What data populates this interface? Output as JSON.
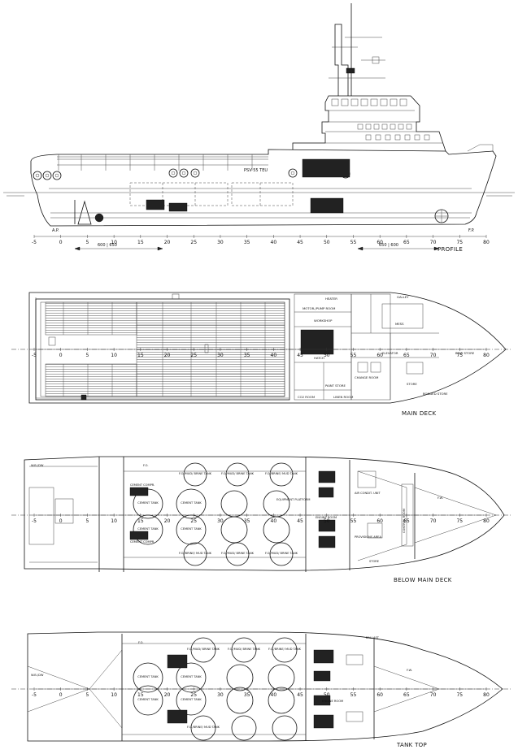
{
  "views": {
    "profile": {
      "title": "PROFILE",
      "dims": {
        "left": "600 | 650",
        "right": "650 | 600"
      },
      "labels": {
        "mast_sign": "PSV 55 TEU",
        "ap": "A.P.",
        "fp": "F.P."
      }
    },
    "main_deck": {
      "title": "MAIN DECK",
      "rooms": [
        "MOTOR-/PUMP ROOM",
        "HEATER",
        "WORKSHOP",
        "HATCH",
        "CO2 ROOM",
        "PAINT STORE",
        "BOW STORE",
        "LINEN ROOM",
        "GALLEY",
        "MESS",
        "CHANGE ROOM",
        "ELEVATOR",
        "STORE",
        "BONDED STORE"
      ]
    },
    "below_main_deck": {
      "title": "BELOW MAIN DECK",
      "rooms": [
        "CEMENT COMPR.",
        "CEMENT COMPR.",
        "EQUIPMENT PLATFORM",
        "ENGINE ROOM",
        "AIR CONDIT. UNIT",
        "CONTROL ROOM",
        "PROVISIONS AREA",
        "STORE",
        "W.B./DW",
        "F.W.",
        "F.O."
      ],
      "tanks": [
        "CEMENT TANK",
        "CEMENT TANK",
        "CEMENT TANK",
        "CEMENT TANK",
        "F.O./MUD/ BRINE TANK",
        "F.O./MUD/ BRINE TANK",
        "F.O./BRINE/ MUD TANK",
        "F.O./BRINE/ MUD TANK",
        "F.O./MUD/ BRINE TANK",
        "F.O./MUD/ BRINE TANK"
      ]
    },
    "tank_top": {
      "title": "TANK TOP",
      "rooms": [
        "ENGINE ROOM",
        "W.B./DW",
        "F.W.",
        "F.O.",
        "BALLAST"
      ],
      "tanks": [
        "CEMENT TANK",
        "CEMENT TANK",
        "CEMENT TANK",
        "CEMENT TANK",
        "F.O./MUD/ BRINE TANK",
        "F.O./MUD/ BRINE TANK",
        "F.O./BRINE/ MUD TANK",
        "F.O./BRINE/ MUD TANK"
      ]
    }
  },
  "frame_scale": {
    "ticks": [
      "-5",
      "0",
      "5",
      "10",
      "15",
      "20",
      "25",
      "30",
      "35",
      "40",
      "45",
      "50",
      "55",
      "60",
      "65",
      "70",
      "75",
      "80"
    ],
    "frame_min": -5,
    "frame_max": 80
  }
}
